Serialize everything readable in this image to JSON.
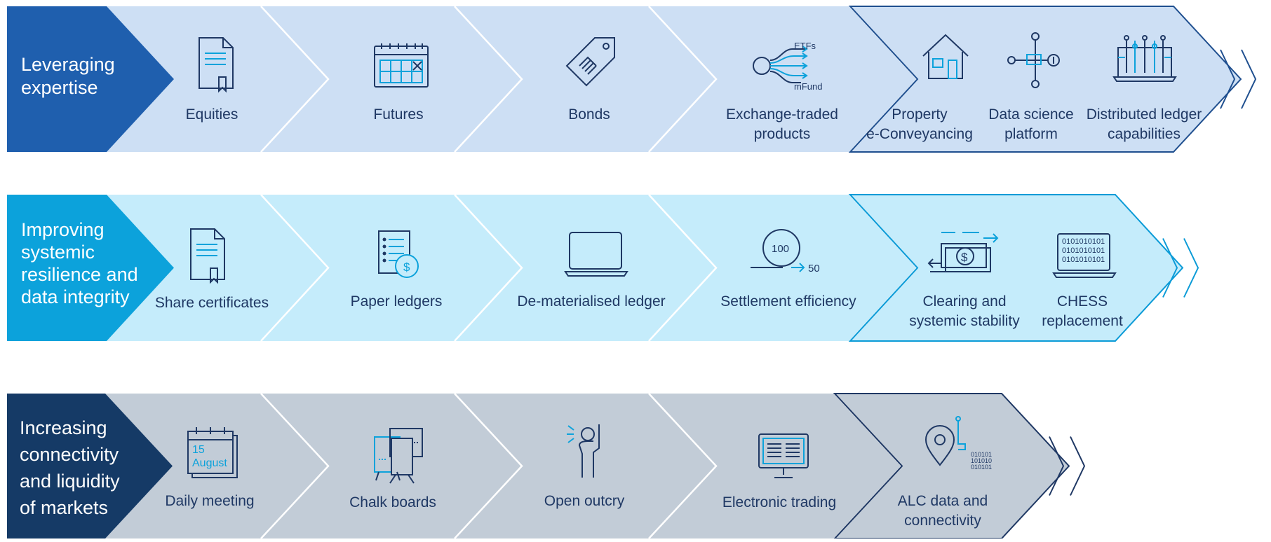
{
  "colors": {
    "row1_head": "#1f5fae",
    "row1_fill": "#cddff4",
    "row1_stroke": "#1f4f8f",
    "row2_head": "#0ca2db",
    "row2_fill": "#c5ecfb",
    "row2_stroke": "#0b9bd7",
    "row3_head": "#153a66",
    "row3_fill": "#c2ccd7",
    "row3_stroke": "#1f3864",
    "icon_dark": "#1f3864",
    "icon_accent": "#0ca2db"
  },
  "rows": [
    {
      "heading": [
        "Leveraging",
        "expertise"
      ],
      "stages": [
        {
          "label": [
            "Equities"
          ],
          "icon": "document-certificate-icon"
        },
        {
          "label": [
            "Futures"
          ],
          "icon": "calendar-grid-icon"
        },
        {
          "label": [
            "Bonds"
          ],
          "icon": "price-tag-icon"
        },
        {
          "label": [
            "Exchange-traded",
            "products"
          ],
          "icon": "etf-flow-icon",
          "icon_text": [
            "ETFs",
            "mFund"
          ]
        }
      ],
      "future": [
        {
          "label": [
            "Property",
            "e-Conveyancing"
          ],
          "icon": "house-icon"
        },
        {
          "label": [
            "Data science",
            "platform"
          ],
          "icon": "network-nodes-icon"
        },
        {
          "label": [
            "Distributed ledger",
            "capabilities"
          ],
          "icon": "circuit-laptop-icon"
        }
      ]
    },
    {
      "heading": [
        "Improving",
        "systemic",
        "resilience and",
        "data integrity"
      ],
      "stages": [
        {
          "label": [
            "Share certificates"
          ],
          "icon": "document-certificate-icon"
        },
        {
          "label": [
            "Paper ledgers"
          ],
          "icon": "ledger-dollar-icon"
        },
        {
          "label": [
            "De-materialised ledger"
          ],
          "icon": "laptop-icon"
        },
        {
          "label": [
            "Settlement efficiency"
          ],
          "icon": "settlement-coil-icon",
          "icon_text": [
            "100",
            "50"
          ]
        }
      ],
      "future": [
        {
          "label": [
            "Clearing and",
            "systemic stability"
          ],
          "icon": "cash-arrows-icon",
          "icon_text": [
            "$"
          ]
        },
        {
          "label": [
            "CHESS",
            "replacement"
          ],
          "icon": "binary-laptop-icon",
          "icon_text": [
            "0101010101",
            "0101010101",
            "0101010101"
          ]
        }
      ]
    },
    {
      "heading": [
        "Increasing",
        "connectivity",
        "and liquidity",
        "of markets"
      ],
      "stages": [
        {
          "label": [
            "Daily meeting"
          ],
          "icon": "calendar-date-icon",
          "icon_text": [
            "15",
            "August"
          ]
        },
        {
          "label": [
            "Chalk boards"
          ],
          "icon": "chalk-boards-icon"
        },
        {
          "label": [
            "Open outcry"
          ],
          "icon": "person-shouting-icon"
        },
        {
          "label": [
            "Electronic trading"
          ],
          "icon": "monitor-icon"
        }
      ],
      "future": [
        {
          "label": [
            "ALC data and",
            "connectivity"
          ],
          "icon": "location-data-icon",
          "icon_text": [
            "010101",
            "101010",
            "010101"
          ]
        }
      ]
    }
  ]
}
